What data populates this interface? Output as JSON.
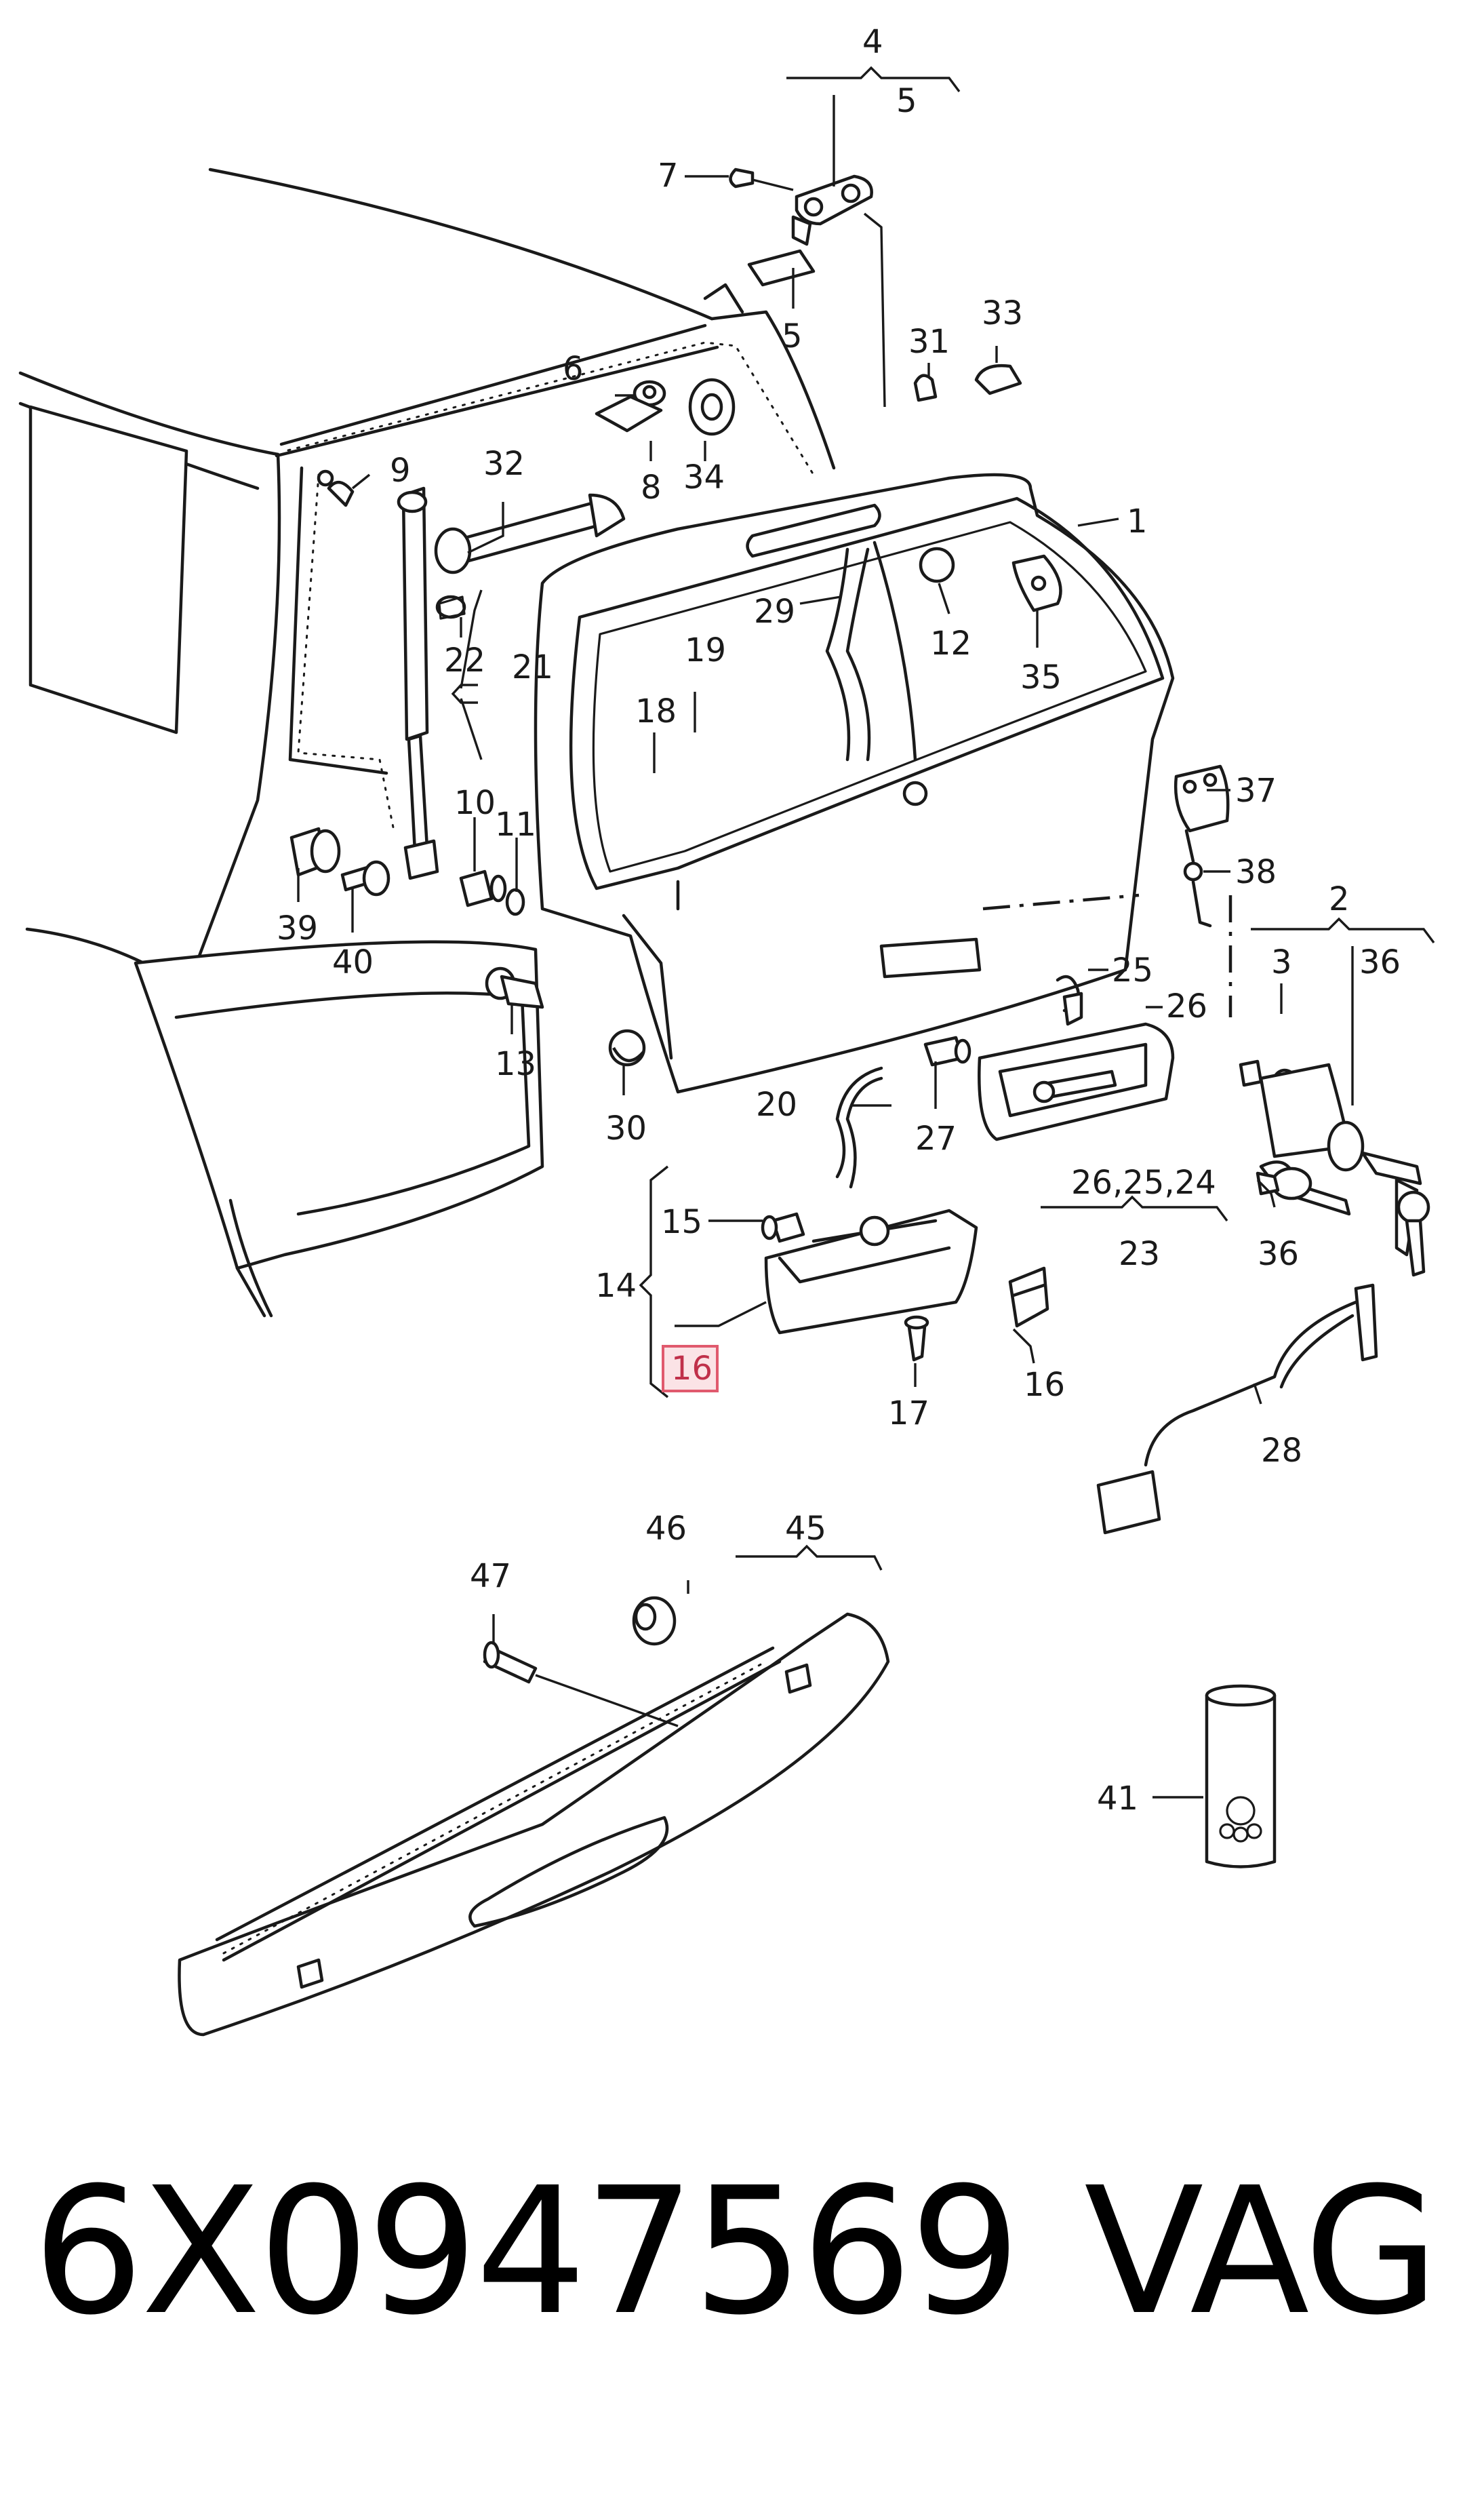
{
  "callouts": {
    "c1": "1",
    "c2": "2",
    "c3": "3",
    "c4": "4",
    "c5a": "5",
    "c5b": "5",
    "c6": "6",
    "c7": "7",
    "c8": "8",
    "c9": "9",
    "c10": "10",
    "c11": "11",
    "c12": "12",
    "c13": "13",
    "c14": "14",
    "c15": "15",
    "c16": "16",
    "c16h": "16",
    "c17": "17",
    "c18": "18",
    "c19": "19",
    "c20": "20",
    "c21": "21",
    "c22": "22",
    "c23": "23",
    "c24": "26,25,24",
    "c25": "25",
    "c26": "26",
    "c27": "27",
    "c28": "28",
    "c29": "29",
    "c30": "30",
    "c31": "31",
    "c32": "32",
    "c33": "33",
    "c34": "34",
    "c35": "35",
    "c36a": "36",
    "c36b": "36",
    "c37": "37",
    "c38": "38",
    "c39": "39",
    "c40": "40",
    "c41": "41",
    "c45": "45",
    "c46": "46",
    "c47": "47"
  },
  "footer": {
    "part_number": "6X0947569",
    "brand": "VAG"
  },
  "colors": {
    "line": "#1a1a1a",
    "highlight_fill": "#fbe3e6",
    "highlight_stroke": "#e05a6e",
    "highlight_text": "#c0304a"
  }
}
